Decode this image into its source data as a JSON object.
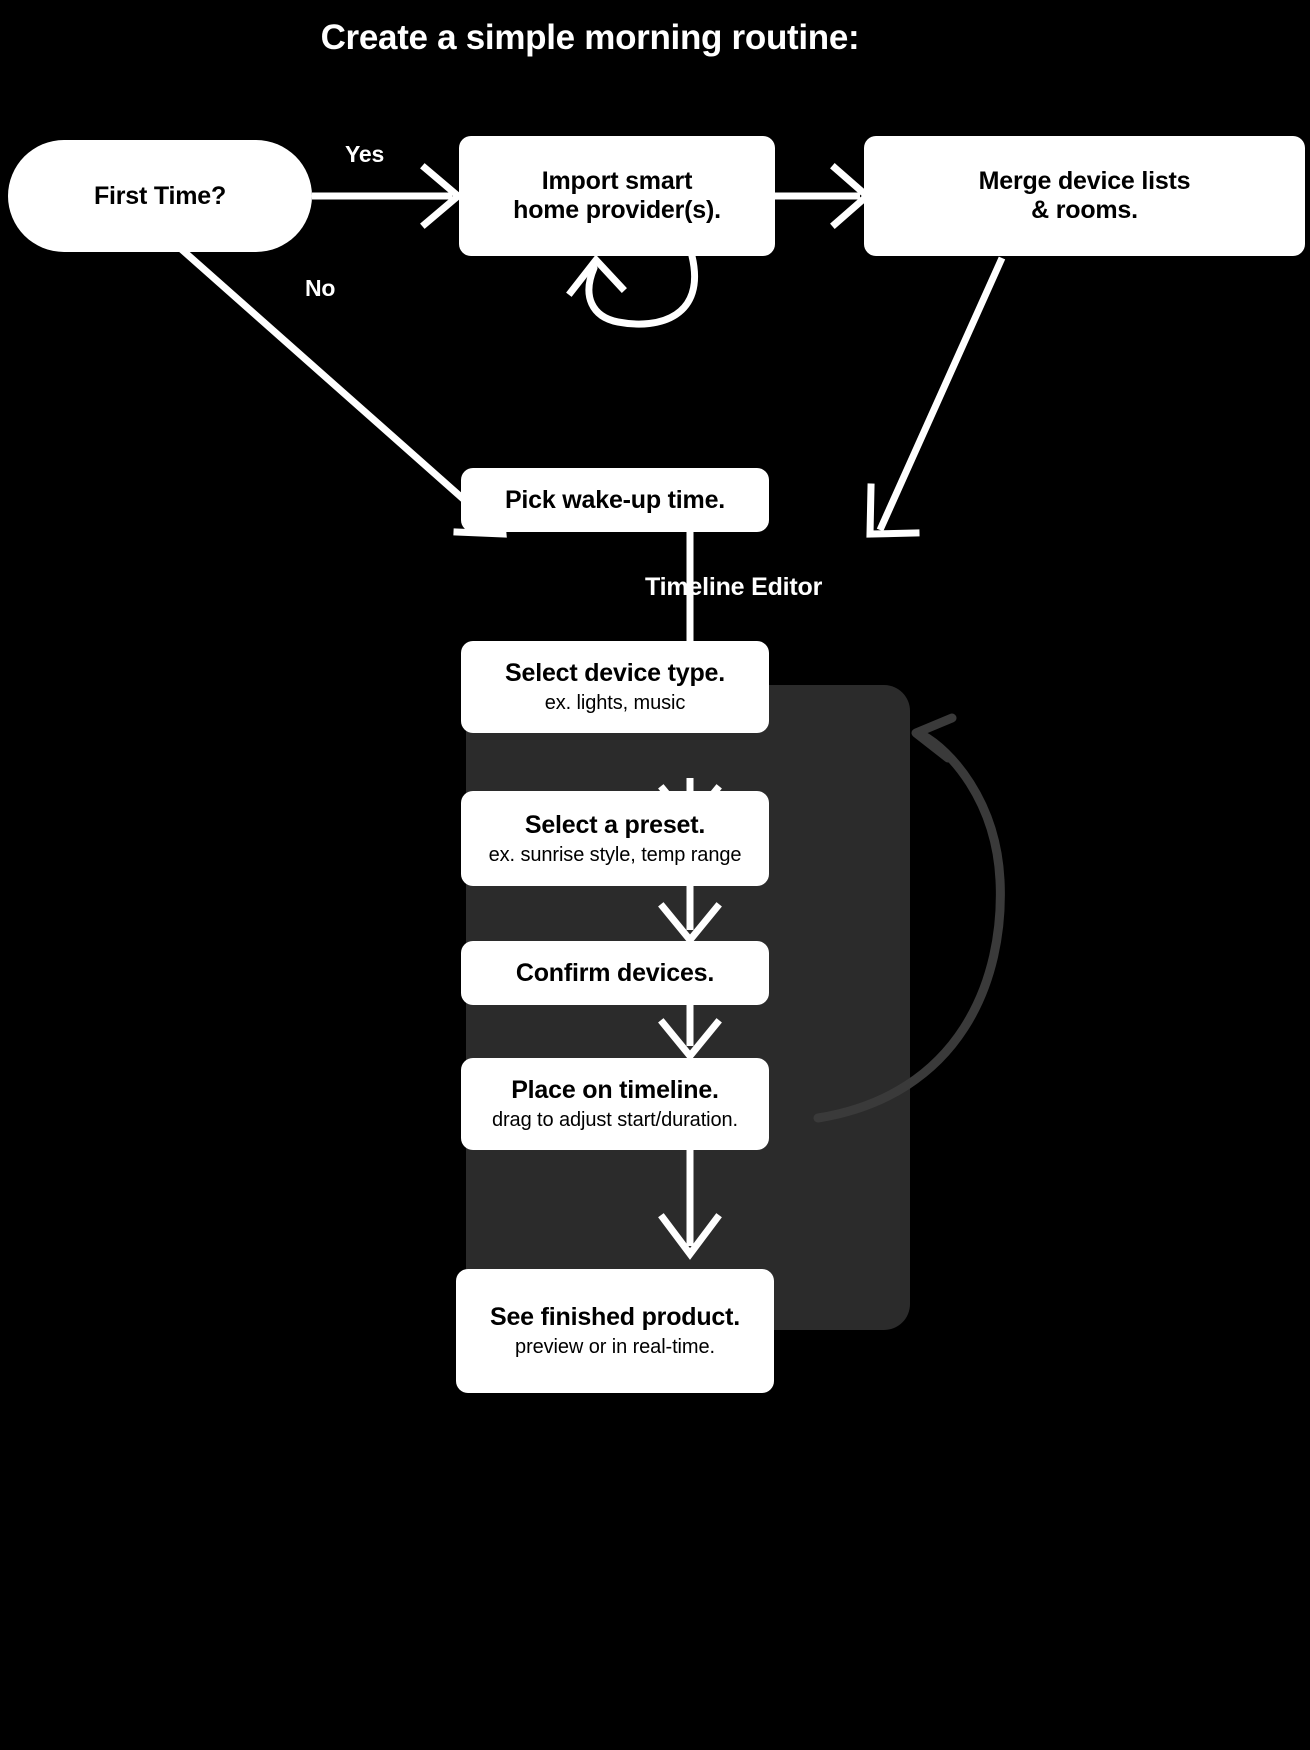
{
  "title": "Create a simple morning routine:",
  "colors": {
    "background": "#000000",
    "node_fill": "#ffffff",
    "node_text": "#000000",
    "edge": "#ffffff",
    "panel_fill": "#2b2b2b",
    "loop_edge": "#3a3a3a",
    "label_text": "#ffffff"
  },
  "nodes": {
    "first_time": {
      "title": "First Time?",
      "sub": "",
      "shape": "pill"
    },
    "import_provider": {
      "title": "Import smart\nhome provider(s).",
      "sub": "",
      "shape": "rect"
    },
    "merge_devices": {
      "title": "Merge device lists\n& rooms.",
      "sub": "",
      "shape": "rect"
    },
    "pick_wakeup": {
      "title": "Pick wake-up time.",
      "sub": "",
      "shape": "rect"
    },
    "select_device_type": {
      "title": "Select device type.",
      "sub": "ex. lights, music",
      "shape": "rect"
    },
    "select_preset": {
      "title": "Select a preset.",
      "sub": "ex. sunrise style, temp range",
      "shape": "rect"
    },
    "confirm_devices": {
      "title": "Confirm devices.",
      "sub": "",
      "shape": "rect"
    },
    "place_on_timeline": {
      "title": "Place on timeline.",
      "sub": "drag to adjust start/duration.",
      "shape": "rect"
    },
    "see_finished": {
      "title": "See finished product.",
      "sub": "preview or in real-time.",
      "shape": "rect"
    }
  },
  "labels": {
    "yes": "Yes",
    "no": "No",
    "timeline_editor": "Timeline Editor"
  },
  "edges": [
    {
      "from": "first_time",
      "to": "import_provider",
      "label": "Yes"
    },
    {
      "from": "first_time",
      "to": "pick_wakeup",
      "label": "No"
    },
    {
      "from": "import_provider",
      "to": "merge_devices",
      "label": ""
    },
    {
      "from": "import_provider",
      "to": "import_provider",
      "label": ""
    },
    {
      "from": "merge_devices",
      "to": "pick_wakeup",
      "label": ""
    },
    {
      "from": "pick_wakeup",
      "to": "select_device_type",
      "label": ""
    },
    {
      "from": "select_device_type",
      "to": "select_preset",
      "label": ""
    },
    {
      "from": "select_preset",
      "to": "confirm_devices",
      "label": ""
    },
    {
      "from": "confirm_devices",
      "to": "place_on_timeline",
      "label": ""
    },
    {
      "from": "place_on_timeline",
      "to": "select_device_type",
      "label": ""
    },
    {
      "from": "place_on_timeline",
      "to": "see_finished",
      "label": ""
    }
  ],
  "groups": [
    {
      "label": "Timeline Editor",
      "members": [
        "select_device_type",
        "select_preset",
        "confirm_devices",
        "place_on_timeline"
      ]
    }
  ]
}
